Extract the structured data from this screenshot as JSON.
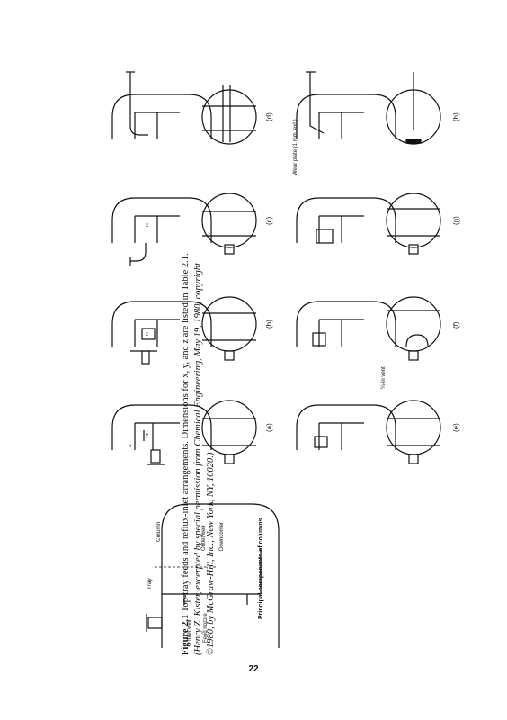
{
  "page_number": "22",
  "caption": {
    "label": "Figure 2.1",
    "text_plain": "Top-tray feeds and reflux-inlet arrangements. Dimensions for x, y, and z are listed in Table 2.1.",
    "text_italic": "(Henry Z. Kister, excerpted by special permission from Chemical Engineering, May 19, 1980, copyright ©1980, by McGraw-Hill, Inc., New York, NY, 10020.)"
  },
  "principal": {
    "title": "Principal components of columns",
    "labels": {
      "column": "Column",
      "tray": "Tray",
      "outlet_weir": "Outlet weir",
      "downcomer": "Downcomer",
      "inlet_weir": "Inlet weir",
      "feed_nozzle": "Feed nozzle"
    }
  },
  "panels": [
    {
      "id": "a",
      "label": "(a)"
    },
    {
      "id": "b",
      "label": "(b)"
    },
    {
      "id": "c",
      "label": "(c)"
    },
    {
      "id": "d",
      "label": "(d)"
    },
    {
      "id": "e",
      "label": "(e)",
      "note": "¼-in vent"
    },
    {
      "id": "f",
      "label": "(f)"
    },
    {
      "id": "g",
      "label": "(g)"
    },
    {
      "id": "h",
      "label": "(h)",
      "note": "Wear plate (1 mm. ext.)"
    }
  ],
  "dimension_letters": {
    "x": "x",
    "y": "y",
    "z": "z"
  }
}
